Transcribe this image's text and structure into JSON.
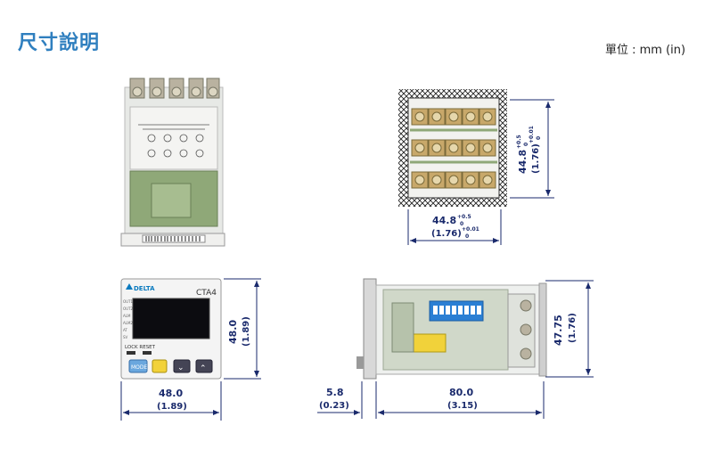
{
  "header": {
    "title": "尺寸說明",
    "unit": "單位 : mm (in)"
  },
  "device": {
    "brand": "DELTA",
    "model": "CTA4",
    "lock_reset_label": "LOCK RESET",
    "mode_label": "MODE"
  },
  "dimensions": {
    "cutout_horizontal_mm": "44.8",
    "cutout_horizontal_tol_mm": [
      "+0.5",
      "0"
    ],
    "cutout_horizontal_in": "(1.76)",
    "cutout_horizontal_tol_in": [
      "+0.01",
      "0"
    ],
    "cutout_vertical_mm": "44.8",
    "cutout_vertical_tol_mm": [
      "+0.5",
      "0"
    ],
    "cutout_vertical_in": "(1.76)",
    "cutout_vertical_tol_in": [
      "+0.01",
      "0"
    ],
    "front_height_mm": "48.0",
    "front_height_in": "(1.89)",
    "front_width_mm": "48.0",
    "front_width_in": "(1.89)",
    "bezel_depth_mm": "5.8",
    "bezel_depth_in": "(0.23)",
    "body_length_mm": "80.0",
    "body_length_in": "(3.15)",
    "side_height_mm": "47.75",
    "side_height_in": "(1.76)"
  },
  "colors": {
    "title": "#2f7fbf",
    "dimension": "#1a2a6c",
    "pcb": "#8fa878"
  }
}
